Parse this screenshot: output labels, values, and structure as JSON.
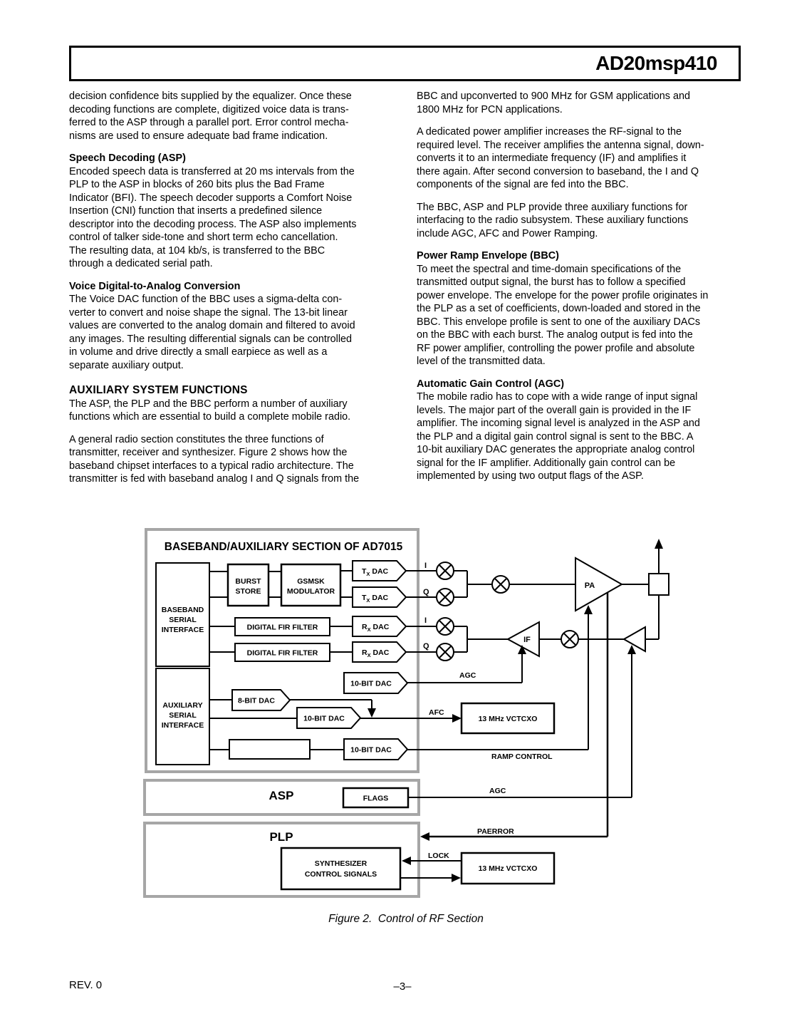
{
  "header": {
    "part_number": "AD20msp410"
  },
  "columns": {
    "left": {
      "para1": "decision confidence bits supplied by the equalizer. Once these\ndecoding functions are complete, digitized voice data is trans-\nferred to the ASP through a parallel port. Error control mecha-\nnisms are used to ensure adequate bad frame indication.",
      "h_speech": "Speech Decoding (ASP)",
      "para2": "Encoded speech data is transferred at 20 ms intervals from the\nPLP to the ASP in blocks of 260 bits plus the Bad Frame\nIndicator (BFI). The speech decoder supports a Comfort Noise\nInsertion (CNI) function that inserts a predefined silence\ndescriptor into the decoding process. The ASP also implements\ncontrol of talker side-tone and short term echo cancellation.\nThe resulting data, at 104 kb/s, is transferred to the BBC\nthrough a dedicated serial path.",
      "h_voice": "Voice Digital-to-Analog Conversion",
      "para3": "The Voice DAC function of the BBC uses a sigma-delta con-\nverter to convert and noise shape the signal. The 13-bit linear\nvalues are converted to the analog domain and filtered to avoid\nany images. The resulting differential signals can be controlled\nin volume and drive directly a small earpiece as well as a\nseparate auxiliary output.",
      "h_aux": "AUXILIARY SYSTEM FUNCTIONS",
      "para4": "The ASP, the PLP and the BBC perform a number of auxiliary\nfunctions which are essential to build a complete mobile radio.",
      "para5": "A general radio section constitutes the three functions of\ntransmitter, receiver and synthesizer. Figure 2 shows how the\nbaseband chipset interfaces to a typical radio architecture. The\ntransmitter is fed with baseband analog I and Q signals from the"
    },
    "right": {
      "para1": "BBC and upconverted to 900 MHz for GSM applications and\n1800 MHz for PCN applications.",
      "para2": "A dedicated power amplifier increases the RF-signal to the\nrequired level. The receiver amplifies the antenna signal, down-\nconverts it to an intermediate frequency (IF) and amplifies it\nthere again. After second conversion to baseband, the I and Q\ncomponents of the signal are fed into the BBC.",
      "para3": "The BBC, ASP and PLP provide three auxiliary functions for\ninterfacing to the radio subsystem. These auxiliary functions\ninclude AGC, AFC and Power Ramping.",
      "h_ramp": "Power Ramp Envelope (BBC)",
      "para4": "To meet the spectral and time-domain specifications of the\ntransmitted output signal, the burst has to follow a specified\npower envelope. The envelope for the power profile originates in\nthe PLP as a set of coefficients, down-loaded and stored in the\nBBC. This envelope profile is sent to one of the auxiliary DACs\non the BBC with each burst. The analog output is fed into the\nRF power amplifier, controlling the power profile and absolute\nlevel of the transmitted data.",
      "h_agc": "Automatic Gain Control (AGC)",
      "para5": "The mobile radio has to cope with a wide range of input signal\nlevels. The major part of the overall gain is provided in the IF\namplifier. The incoming signal level is analyzed in the ASP and\nthe PLP and a digital gain control signal is sent to the BBC. A\n10-bit auxiliary DAC generates the appropriate analog control\nsignal for the IF amplifier. Additionally gain control can be\nimplemented by using two output flags of the ASP."
    }
  },
  "figure": {
    "caption": "Figure 2.  Control of RF Section",
    "title": "BASEBAND/AUXILIARY SECTION OF AD7015",
    "blocks": {
      "baseband_interface": [
        "BASEBAND",
        "SERIAL",
        "INTERFACE"
      ],
      "aux_interface": [
        "AUXILIARY",
        "SERIAL",
        "INTERFACE"
      ],
      "burst_store": [
        "BURST",
        "STORE"
      ],
      "gsmsk": [
        "GSMSK",
        "MODULATOR"
      ],
      "fir": "DIGITAL FIR FILTER",
      "tx_dac": {
        "pre": "T",
        "sub": "X",
        "rest": " DAC"
      },
      "rx_dac": {
        "pre": "R",
        "sub": "X",
        "rest": " DAC"
      },
      "dac10": "10-BIT DAC",
      "dac8": "8-BIT DAC",
      "vctcxo": "13 MHz VCTCXO",
      "flags": "FLAGS",
      "synth": [
        "SYNTHESIZER",
        "CONTROL SIGNALS"
      ],
      "asp": "ASP",
      "plp": "PLP"
    },
    "signals": {
      "agc": "AGC",
      "afc": "AFC",
      "ramp": "RAMP CONTROL",
      "paerror": "PAERROR",
      "lock": "LOCK",
      "i": "I",
      "q": "Q",
      "pa": "PA",
      "if_amp": "IF"
    },
    "colors": {
      "section_border": "#a6a6a6",
      "line": "#000000"
    }
  },
  "footer": {
    "rev": "REV. 0",
    "page": "–3–"
  }
}
